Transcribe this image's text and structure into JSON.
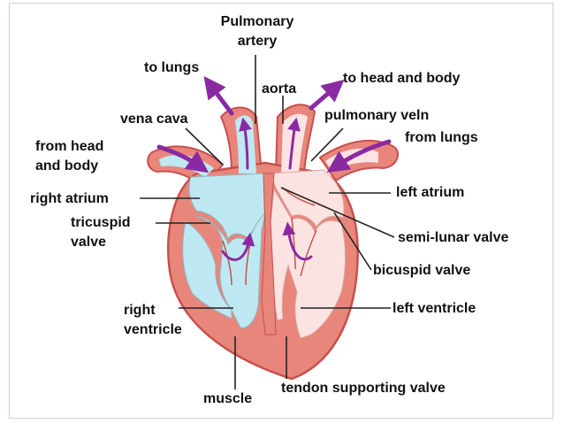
{
  "labels": {
    "pulmonary_artery": "Pulmonary\nartery",
    "to_lungs": "to lungs",
    "aorta": "aorta",
    "to_head_and_body": "to head and body",
    "vena_cava": "vena cava",
    "pulmonary_vein": "pulmonary veln",
    "from_head_and_body": "from head\nand body",
    "from_lungs": "from lungs",
    "right_atrium": "right atrium",
    "left_atrium": "left atrium",
    "tricuspid_valve": "tricuspid\nvalve",
    "semi_lunar_valve": "semi-lunar valve",
    "bicuspid_valve": "bicuspid valve",
    "right_ventricle": "right\nventricle",
    "left_ventricle": "left ventricle",
    "muscle": "muscle",
    "tendon_supporting_valve": "tendon supporting valve"
  },
  "colors": {
    "heart_wall": "#e8867c",
    "heart_outline": "#c7504a",
    "deoxygenated_blood": "#bfe9f2",
    "oxygenated_blood": "#fbe3e1",
    "flow_arrow": "#8a2aa3",
    "leader_line": "#222222"
  }
}
